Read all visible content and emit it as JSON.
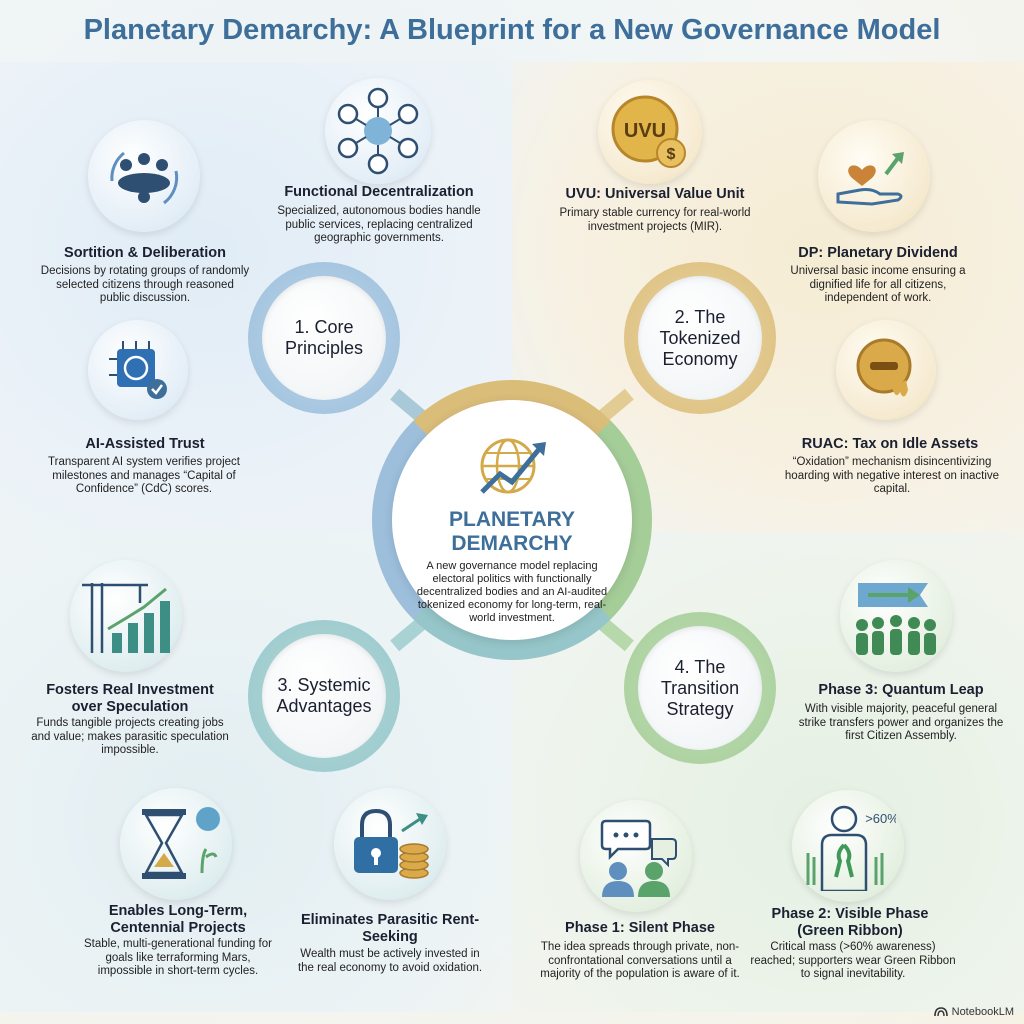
{
  "title": "Planetary Demarchy: A Blueprint for a New Governance Model",
  "center": {
    "title_line1": "PLANETARY",
    "title_line2": "DEMARCHY",
    "description": "A new governance model replacing electoral politics with functionally decentralized bodies and an AI-audited tokenized economy for long-term, real-world investment."
  },
  "pillars": [
    {
      "label_line1": "1. Core",
      "label_line2": "Principles",
      "color": "#9dbfdc"
    },
    {
      "label_line1": "2. The",
      "label_line2": "Tokenized",
      "label_line3": "Economy",
      "color": "#dbbd7a"
    },
    {
      "label_line1": "3. Systemic",
      "label_line2": "Advantages",
      "color": "#96c6c9"
    },
    {
      "label_line1": "4. The",
      "label_line2": "Transition",
      "label_line3": "Strategy",
      "color": "#a5cd98"
    }
  ],
  "items": {
    "sortition": {
      "title": "Sortition & Deliberation",
      "desc": "Decisions by rotating groups of randomly selected citizens through reasoned public discussion.",
      "icon": "round-table-icon"
    },
    "functional": {
      "title": "Functional Decentralization",
      "desc": "Specialized, autonomous bodies handle public services, replacing centralized geographic governments.",
      "icon": "network-hub-icon"
    },
    "ai_trust": {
      "title": "AI-Assisted Trust",
      "desc": "Transparent AI system verifies project milestones and manages “Capital of Confidence” (CdC) scores.",
      "icon": "ai-chip-icon"
    },
    "uvu": {
      "title": "UVU: Universal Value Unit",
      "desc": "Primary stable currency for real-world investment projects (MIR).",
      "icon": "uvu-coin-icon",
      "coin_text": "UVU"
    },
    "dividend": {
      "title": "DP: Planetary Dividend",
      "desc": "Universal basic income ensuring a dignified life for all citizens, independent of work.",
      "icon": "hand-heart-icon"
    },
    "ruac": {
      "title": "RUAC: Tax on Idle Assets",
      "desc": "“Oxidation” mechanism disincentivizing hoarding with negative interest on inactive capital.",
      "icon": "melting-coin-icon"
    },
    "investment": {
      "title": "Fosters Real Investment over Speculation",
      "desc": "Funds tangible projects creating jobs and value; makes parasitic speculation impossible.",
      "icon": "crane-chart-icon"
    },
    "longterm": {
      "title": "Enables Long-Term, Centennial Projects",
      "desc": "Stable, multi-generational funding for goals like terraforming Mars, impossible in short-term cycles.",
      "icon": "hourglass-icon"
    },
    "rent": {
      "title": "Eliminates Parasitic Rent-Seeking",
      "desc": "Wealth must be actively invested in the real economy to avoid oxidation.",
      "icon": "lock-coins-icon"
    },
    "phase1": {
      "title": "Phase 1: Silent Phase",
      "desc": "The idea spreads through private, non-confrontational conversations until a majority of the population is aware of it.",
      "icon": "conversation-icon"
    },
    "phase2": {
      "title": "Phase 2: Visible Phase (Green Ribbon)",
      "desc": "Critical mass (>60% awareness) reached; supporters wear Green Ribbon to signal inevitability.",
      "icon": "ribbon-person-icon",
      "badge": ">60%"
    },
    "phase3": {
      "title": "Phase 3: Quantum Leap",
      "desc": "With visible majority, peaceful general strike transfers power and organizes the first Citizen Assembly.",
      "icon": "crowd-flag-icon"
    }
  },
  "brand": "NotebookLM"
}
